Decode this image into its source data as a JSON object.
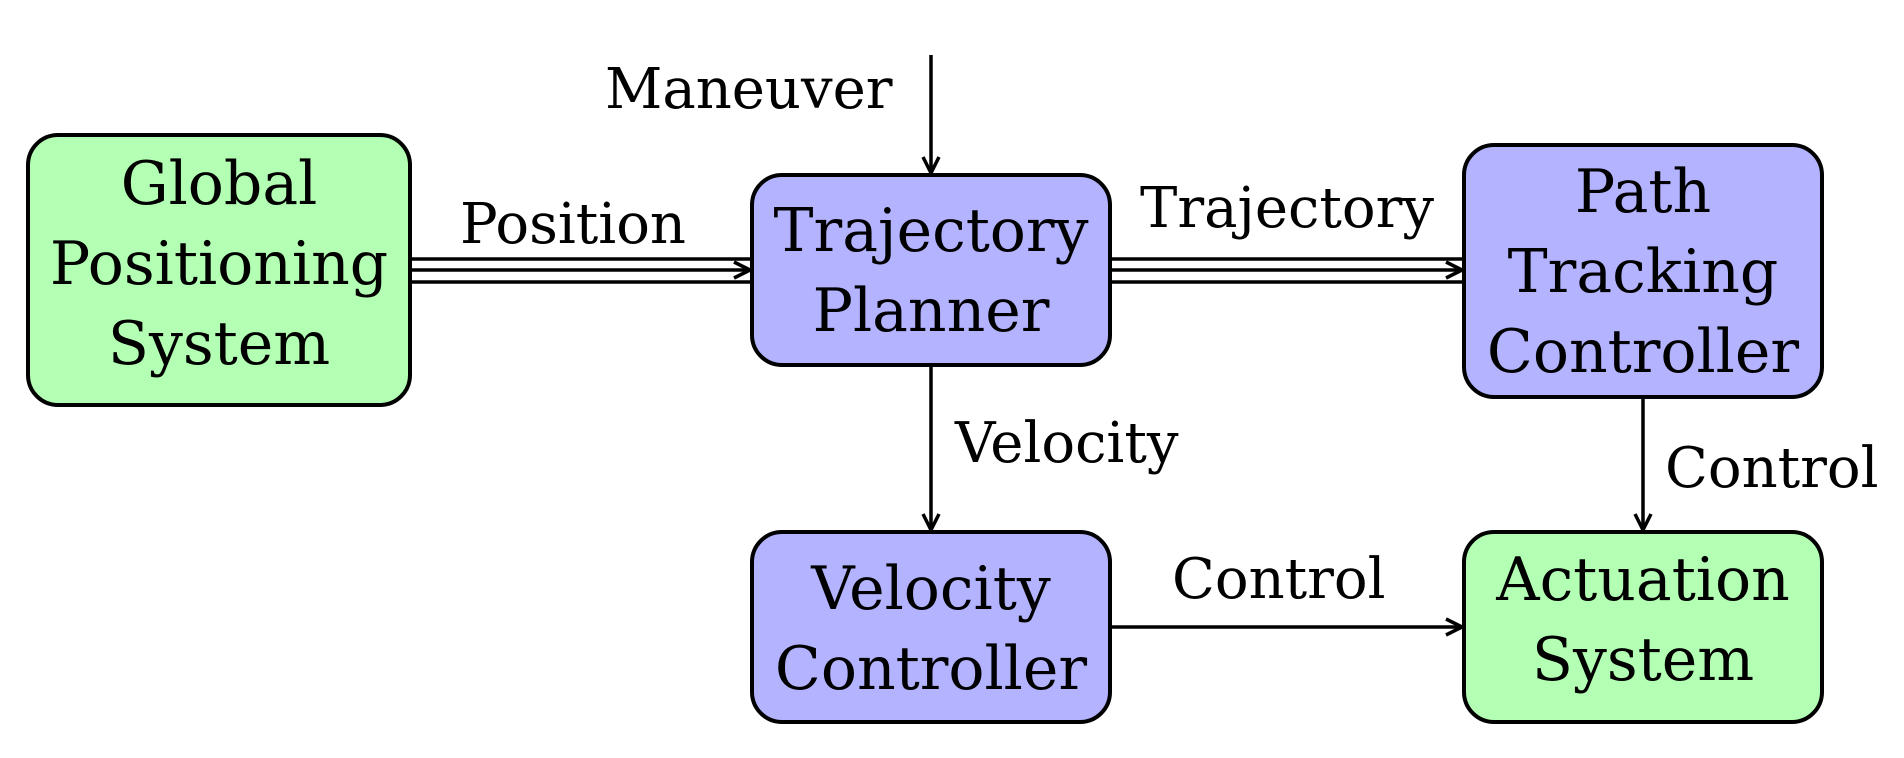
{
  "colors": {
    "sensor_fill": "#b3ffb3",
    "module_fill": "#b3b3ff",
    "line": "#000000"
  },
  "nodes": {
    "gps": {
      "lines": [
        "Global",
        "Positioning",
        "System"
      ]
    },
    "planner": {
      "lines": [
        "Trajectory",
        "Planner"
      ]
    },
    "path_tracking": {
      "lines": [
        "Path",
        "Tracking",
        "Controller"
      ]
    },
    "velocity_controller": {
      "lines": [
        "Velocity",
        "Controller"
      ]
    },
    "actuation": {
      "lines": [
        "Actuation",
        "System"
      ]
    }
  },
  "edges": {
    "maneuver": "Maneuver",
    "position": "Position",
    "trajectory": "Trajectory",
    "velocity": "Velocity",
    "control_path": "Control",
    "control_velocity": "Control"
  }
}
